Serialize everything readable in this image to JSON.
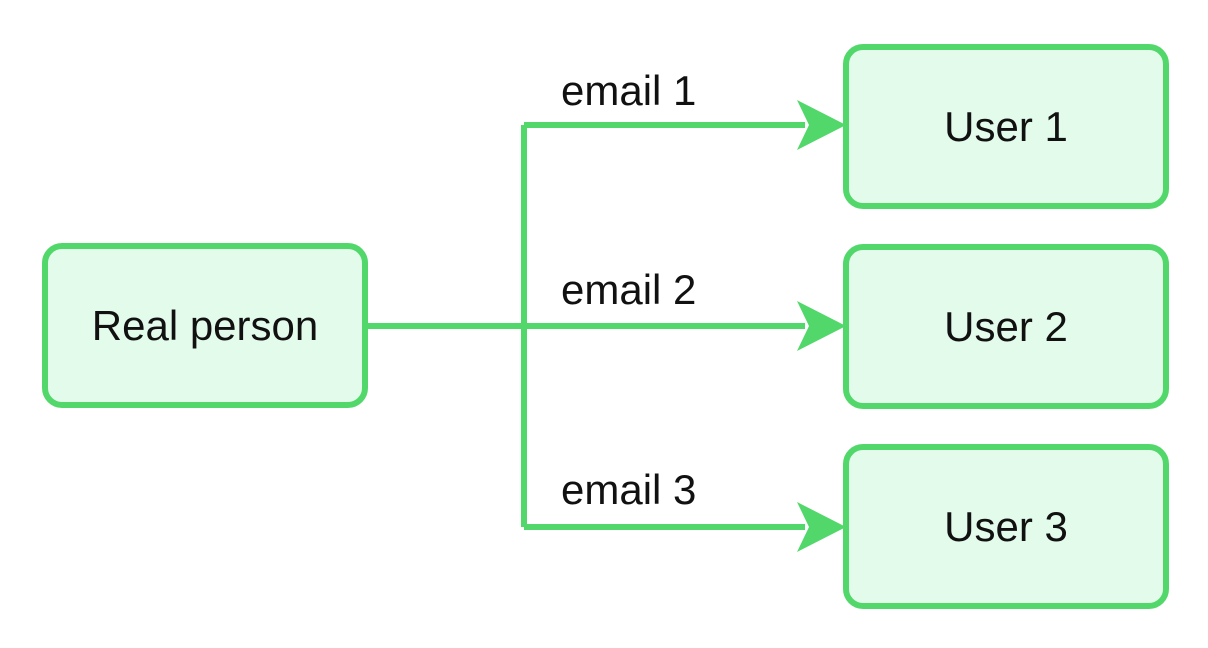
{
  "colors": {
    "stroke": "#52d86a",
    "fill": "#e3fbeb",
    "text": "#111111"
  },
  "source": {
    "label": "Real person"
  },
  "targets": [
    {
      "label": "User 1",
      "edge_label": "email 1"
    },
    {
      "label": "User 2",
      "edge_label": "email 2"
    },
    {
      "label": "User 3",
      "edge_label": "email 3"
    }
  ]
}
